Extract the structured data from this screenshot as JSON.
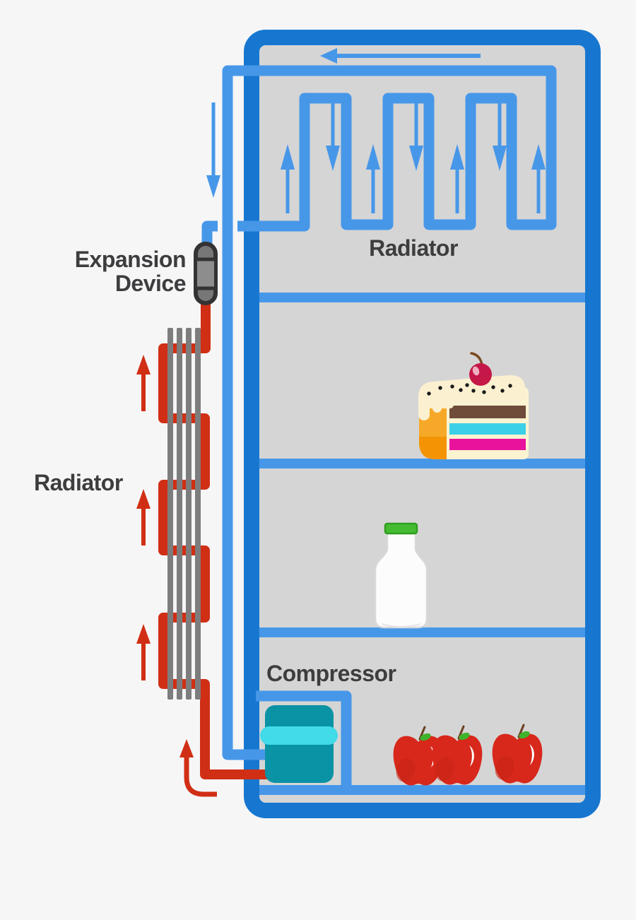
{
  "diagram": {
    "internal_radiator_label": "Radiator",
    "external_radiator_label": "Radiator",
    "expansion_device_label": {
      "line1": "Expansion",
      "line2": "Device"
    },
    "compressor_label": "Compressor",
    "colors": {
      "background": "#f6f6f7",
      "fridge_border": "#1777d0",
      "fridge_interior": "#d5d5d5",
      "shelf": "#4797e9",
      "cold_pipe": "#4797e9",
      "hot_pipe": "#d02f15",
      "condenser_fins": "#7d7d7d",
      "compressor_body": "#0a93a4",
      "compressor_band": "#41dbe9",
      "expansion_device_body": "#777777",
      "expansion_device_outline": "#333333",
      "label_text": "#3d3d3f"
    },
    "arrows": {
      "top_arrow_direction": "left",
      "outer_left_arrow_direction": "down",
      "internal_coil_up_count": 4,
      "internal_coil_down_count": 3,
      "external_coil_up_count": 3,
      "compressor_outlet_arrow_direction": "up"
    },
    "shelf_items": [
      "cake-slice",
      "milk-bottle",
      "apples"
    ]
  }
}
